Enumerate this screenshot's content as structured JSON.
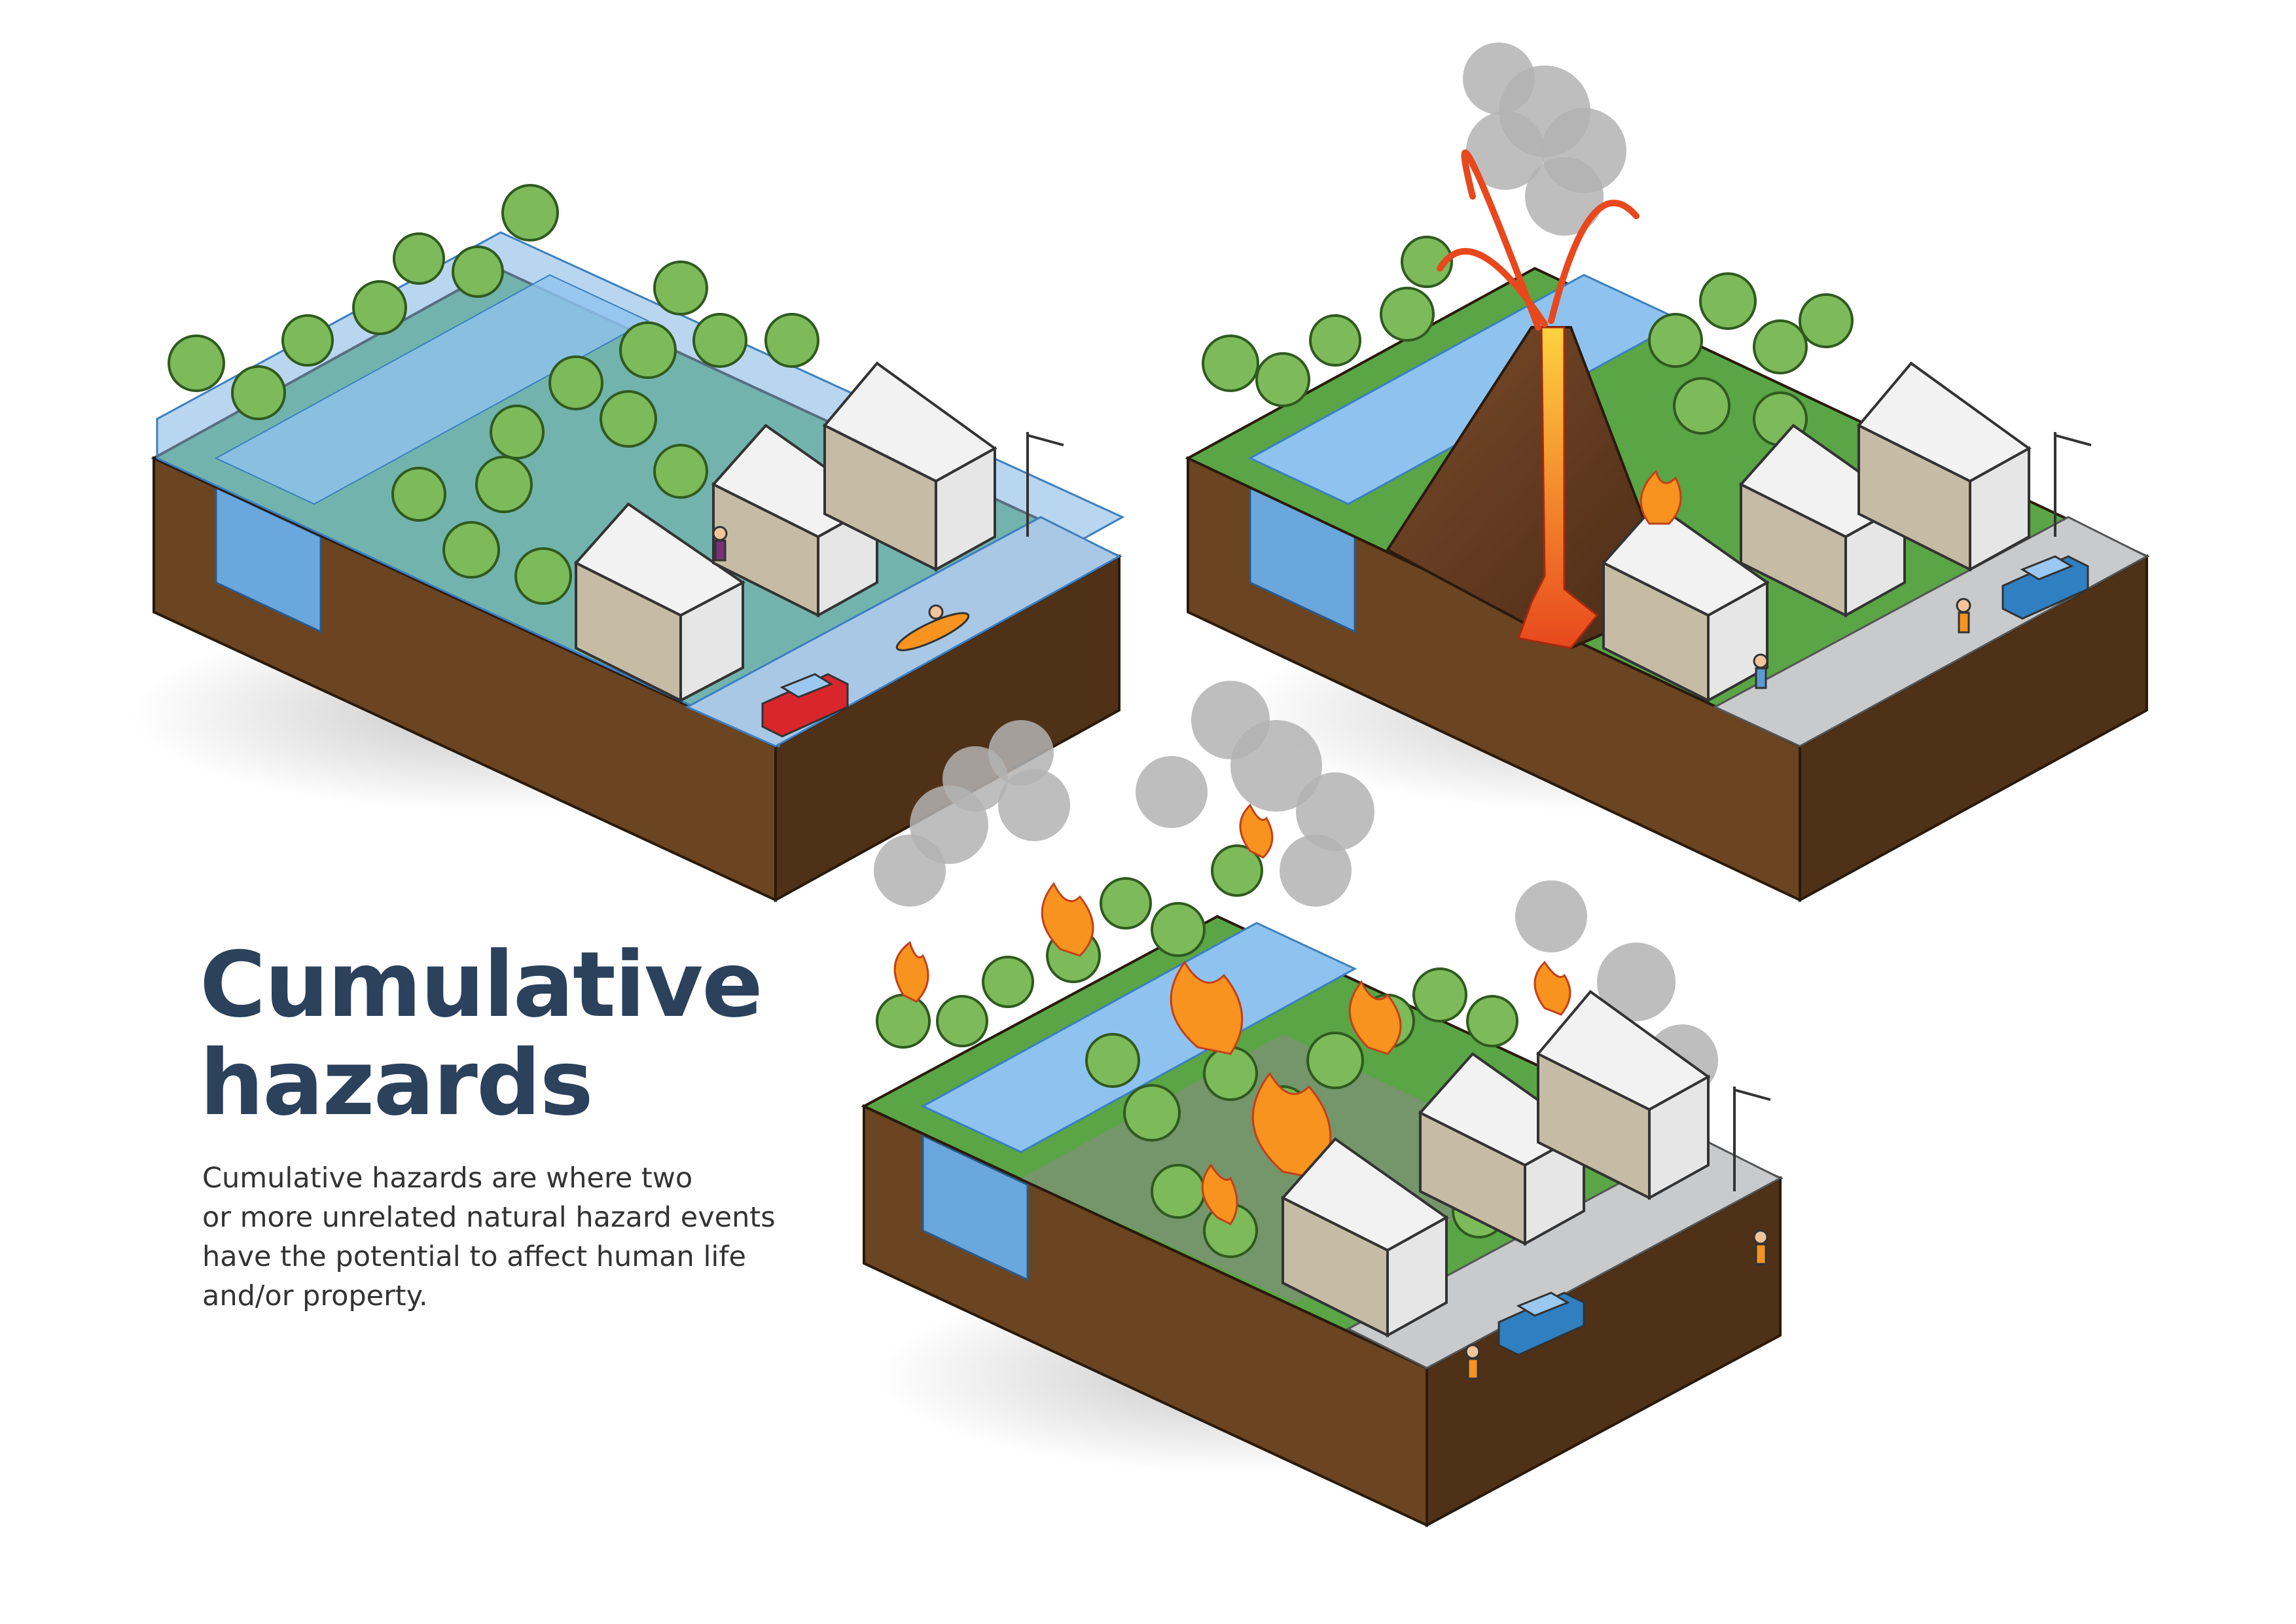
{
  "heading": {
    "line1": "Cumulative",
    "line2": "hazards"
  },
  "description": {
    "lines": [
      "Cumulative hazards are where two",
      "or more unrelated natural hazard events",
      "have the potential to affect human life",
      "and/or property."
    ]
  },
  "scenes": [
    {
      "hazard": "flood-scene",
      "elements": [
        "flooded-river",
        "houses",
        "trees",
        "red-car",
        "kayak",
        "person-on-roof",
        "street-light"
      ]
    },
    {
      "hazard": "volcano-scene",
      "elements": [
        "erupting-volcano",
        "lava-flow",
        "river",
        "houses",
        "trees",
        "blue-car",
        "running-people",
        "street-light",
        "road"
      ]
    },
    {
      "hazard": "wildfire-scene",
      "elements": [
        "burning-trees",
        "smoke-plumes",
        "river",
        "houses",
        "blue-car",
        "running-people",
        "street-light",
        "road"
      ]
    }
  ],
  "colors": {
    "heading": "#2b415c",
    "text": "#333333",
    "grass": "#5aa545",
    "soil": "#5a3a1e",
    "water": "#7fb4e3",
    "road": "#c9cacc",
    "tree": "#7dba5a",
    "lava": "#e8481d",
    "fire": "#f7931e",
    "smoke": "#b3b3b3"
  }
}
